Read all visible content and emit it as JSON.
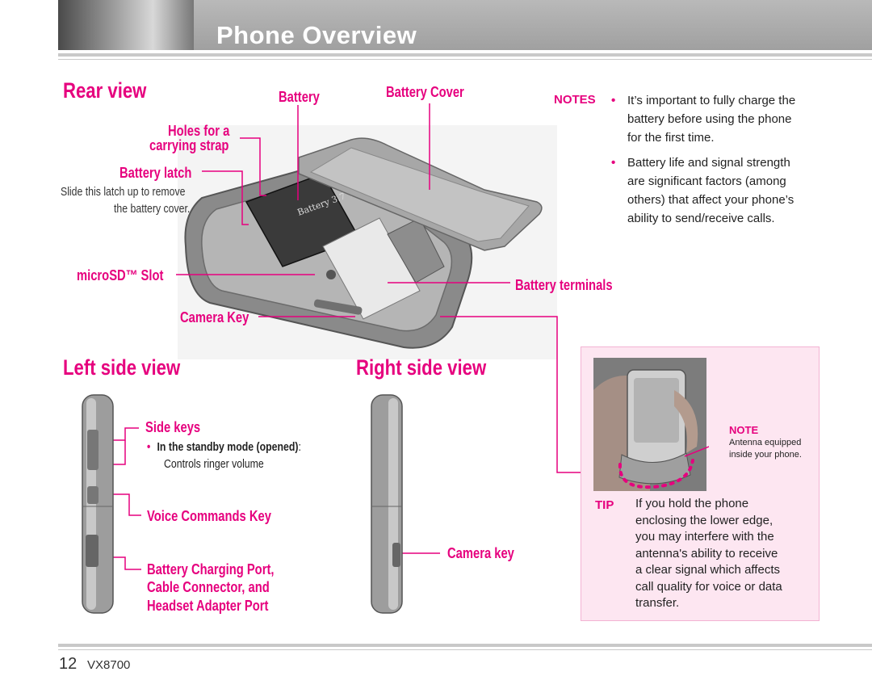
{
  "header": {
    "title": "Phone Overview"
  },
  "rear_view": {
    "heading": "Rear view",
    "battery": "Battery",
    "battery_cover": "Battery Cover",
    "holes_line1": "Holes for a",
    "holes_line2": "carrying strap",
    "battery_latch": "Battery latch",
    "latch_desc1": "Slide this latch up to remove",
    "latch_desc2": "the battery cover.",
    "microsd": "microSD™ Slot",
    "camera_key": "Camera Key",
    "battery_terminals": "Battery terminals"
  },
  "notes": {
    "label": "NOTES",
    "items": [
      [
        "It’s important to fully charge the",
        "battery before using the phone",
        "for the first time."
      ],
      [
        "Battery life and signal strength",
        "are significant factors (among",
        "others) that affect your phone’s",
        "ability to send/receive calls."
      ]
    ]
  },
  "left_side": {
    "heading": "Left side view",
    "side_keys": "Side keys",
    "standby_bold": "In the standby mode (opened)",
    "standby_colon": ":",
    "ringer": "Controls ringer volume",
    "voice_key": "Voice Commands Key",
    "charging_line1": "Battery Charging Port,",
    "charging_line2": "Cable Connector, and",
    "charging_line3": "Headset Adapter Port"
  },
  "right_side": {
    "heading": "Right side view",
    "camera_key": "Camera key"
  },
  "tip_box": {
    "note_label": "NOTE",
    "note_line1": "Antenna equipped",
    "note_line2": "inside your phone.",
    "tip_label": "TIP",
    "tip_lines": [
      "If you hold the phone",
      "enclosing the lower edge,",
      "you may interfere with the",
      "antenna's ability to receive",
      "a clear signal which affects",
      "call quality for voice or data",
      "transfer."
    ]
  },
  "footer": {
    "page_number": "12",
    "model": "VX8700"
  },
  "colors": {
    "accent": "#e6007e",
    "tip_bg": "#fde6f1",
    "header_gray": "#a3a3a3"
  }
}
